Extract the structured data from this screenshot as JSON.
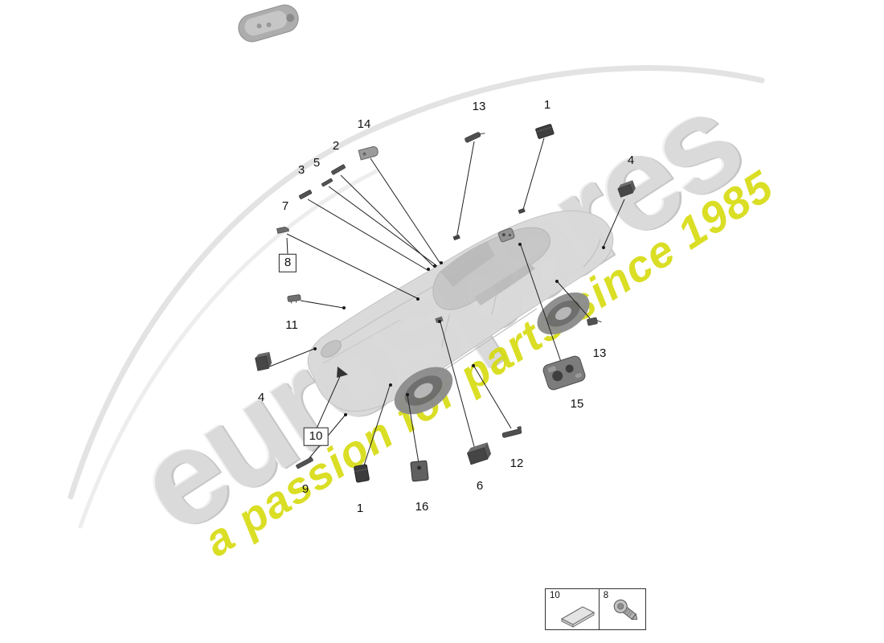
{
  "watermark": {
    "brand": "eurospares",
    "tagline": "a passion for parts since 1985"
  },
  "colors": {
    "tagline_yellow": "#d6db0e",
    "watermark_gray": "#dadada",
    "diagram_line": "#222222",
    "car_body_gray": "#d9d9d9"
  },
  "callouts": [
    {
      "id": "13-top",
      "label": "13"
    },
    {
      "id": "1-top",
      "label": "1"
    },
    {
      "id": "14",
      "label": "14"
    },
    {
      "id": "2",
      "label": "2"
    },
    {
      "id": "5",
      "label": "5"
    },
    {
      "id": "3",
      "label": "3"
    },
    {
      "id": "4-right",
      "label": "4"
    },
    {
      "id": "7",
      "label": "7"
    },
    {
      "id": "8",
      "label": "8",
      "boxed": true
    },
    {
      "id": "11",
      "label": "11"
    },
    {
      "id": "4-left",
      "label": "4"
    },
    {
      "id": "10",
      "label": "10",
      "boxed": true
    },
    {
      "id": "9",
      "label": "9"
    },
    {
      "id": "1-bottom",
      "label": "1"
    },
    {
      "id": "16",
      "label": "16"
    },
    {
      "id": "6",
      "label": "6"
    },
    {
      "id": "12",
      "label": "12"
    },
    {
      "id": "15",
      "label": "15"
    },
    {
      "id": "13-right",
      "label": "13"
    }
  ],
  "legend": {
    "items": [
      {
        "label": "10",
        "icon": "gasket-pad-icon"
      },
      {
        "label": "8",
        "icon": "screw-icon"
      }
    ]
  }
}
